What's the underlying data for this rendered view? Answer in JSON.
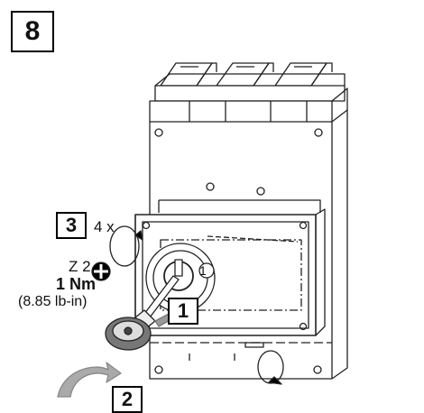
{
  "step_number": "8",
  "callouts": {
    "label_3": "3",
    "label_1": "1",
    "label_2": "2",
    "circled_1": "1"
  },
  "screw_count": "4 x",
  "tool_size": "Z 2",
  "torque": "1 Nm",
  "torque_imperial": "(8.85 lb-in)"
}
